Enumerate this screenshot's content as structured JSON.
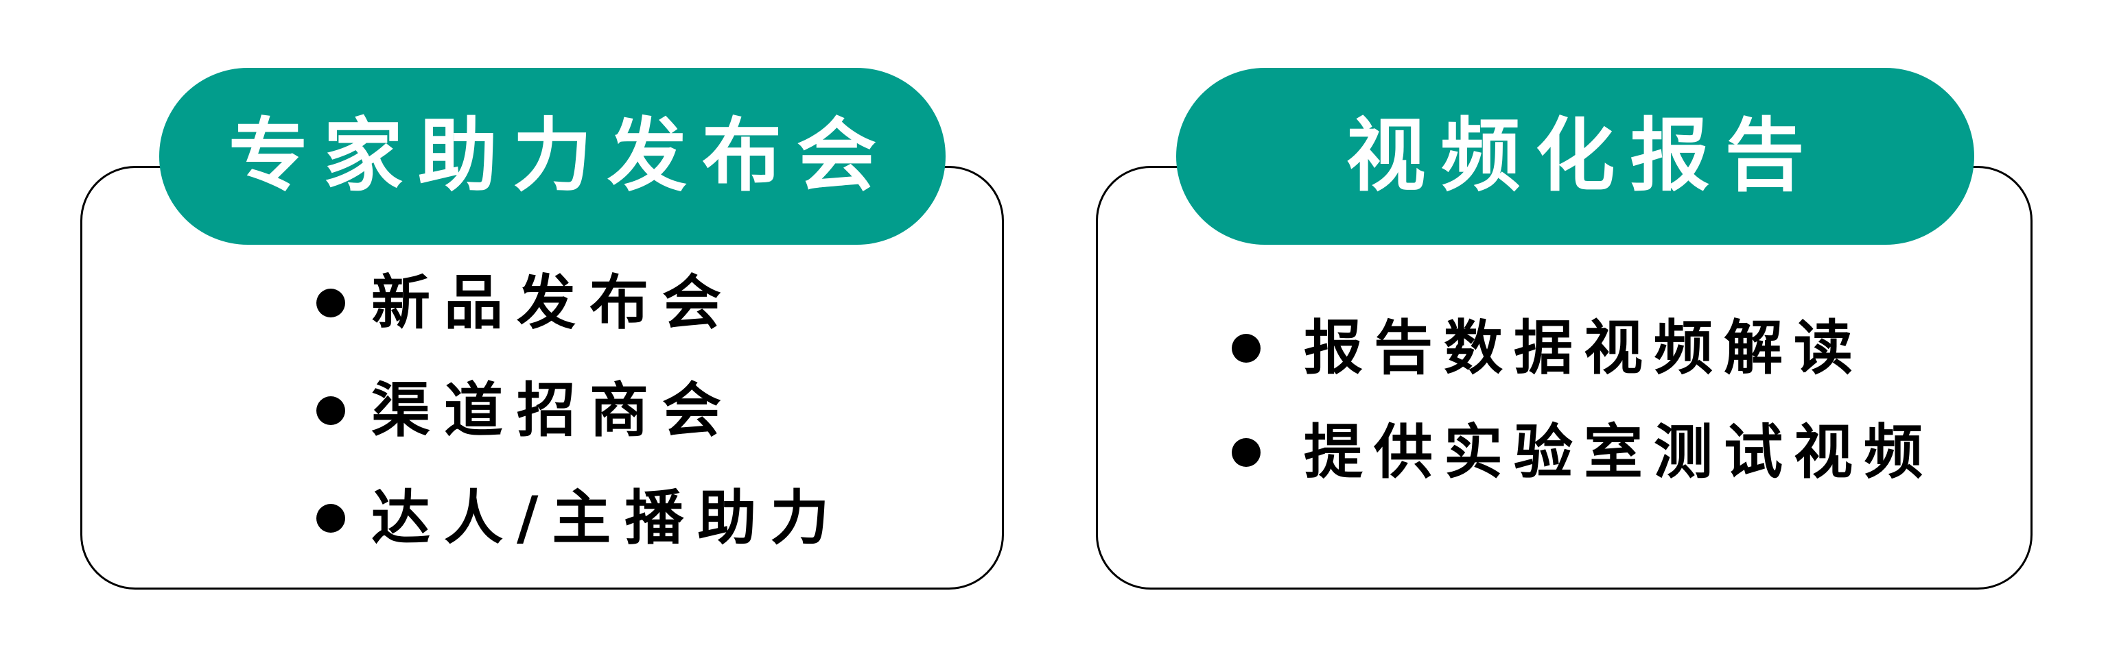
{
  "colors": {
    "accent": "#029D8C",
    "title_text": "#FFFFFF",
    "body_text": "#000000",
    "border": "#000000",
    "background": "#FFFFFF"
  },
  "left_card": {
    "title": "专家助力发布会",
    "items": [
      {
        "bullet": "bullet-dot",
        "label": "新品发布会"
      },
      {
        "bullet": "bullet-dot",
        "label": "渠道招商会"
      },
      {
        "bullet": "bullet-dot",
        "label": "达人/主播助力"
      }
    ]
  },
  "right_card": {
    "title": "视频化报告",
    "items": [
      {
        "bullet": "bullet-dot",
        "label": "报告数据视频解读"
      },
      {
        "bullet": "bullet-dot",
        "label": "提供实验室测试视频"
      }
    ]
  }
}
